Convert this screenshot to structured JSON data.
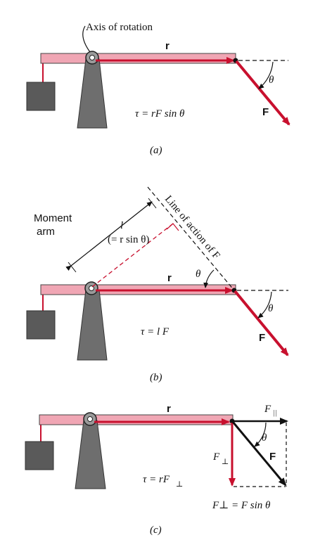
{
  "colors": {
    "beam_fill": "#f0a6b4",
    "beam_edge": "#444444",
    "vector_red": "#c8102e",
    "pivot_gray": "#6e6e6e",
    "weight_gray": "#5a5a5a",
    "ink": "#111111"
  },
  "panel_a": {
    "axis_label": "Axis of rotation",
    "r_label": "r",
    "theta_label": "θ",
    "F_label": "F",
    "equation": "τ = rF sin θ",
    "caption": "(a)"
  },
  "panel_b": {
    "moment_arm_line1": "Moment",
    "moment_arm_line2": "arm",
    "l_label": "l",
    "l_def": "(= r sin θ)",
    "line_of_action": "Line of action of F",
    "r_label": "r",
    "theta_top": "θ",
    "theta_right": "θ",
    "F_label": "F",
    "equation": "τ = l F",
    "caption": "(b)"
  },
  "panel_c": {
    "r_label": "r",
    "F_parallel": "F",
    "F_parallel_sub": "||",
    "theta_label": "θ",
    "F_perp": "F",
    "F_perp_sub": "⊥",
    "F_label": "F",
    "equation": "τ = rF",
    "equation_sub": "⊥",
    "relation": "F⊥ = F sin θ",
    "caption": "(c)"
  }
}
